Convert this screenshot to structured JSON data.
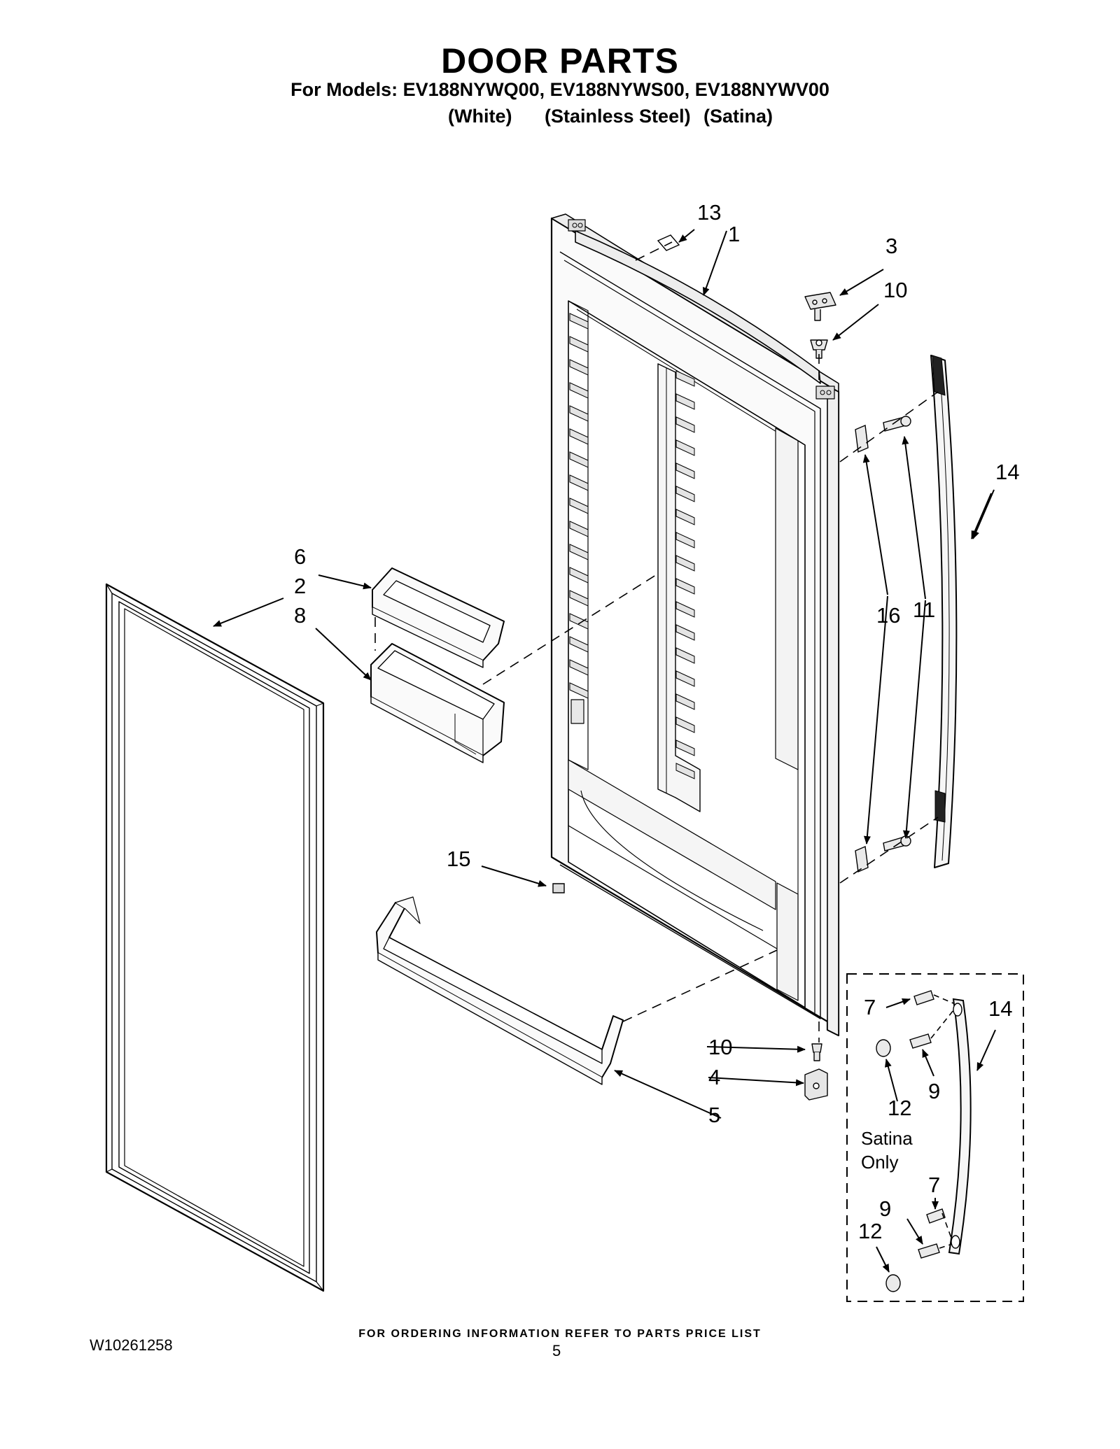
{
  "header": {
    "title": "DOOR PARTS",
    "models": "For Models: EV188NYWQ00, EV188NYWS00, EV188NYWV00",
    "finishes": [
      "(White)",
      "(Stainless Steel)",
      "(Satina)"
    ]
  },
  "callouts": {
    "c1": "1",
    "c2": "2",
    "c3": "3",
    "c4": "4",
    "c5": "5",
    "c6": "6",
    "c8": "8",
    "c10a": "10",
    "c10b": "10",
    "c11": "11",
    "c13": "13",
    "c14a": "14",
    "c15": "15",
    "c16": "16",
    "c7a": "7",
    "c7b": "7",
    "c9a": "9",
    "c9b": "9",
    "c12a": "12",
    "c12b": "12",
    "c14b": "14"
  },
  "inset": {
    "line1": "Satina",
    "line2": "Only"
  },
  "footer": {
    "ordering_note": "FOR ORDERING INFORMATION REFER TO PARTS PRICE LIST",
    "doc_number": "W10261258",
    "page_number": "5"
  }
}
